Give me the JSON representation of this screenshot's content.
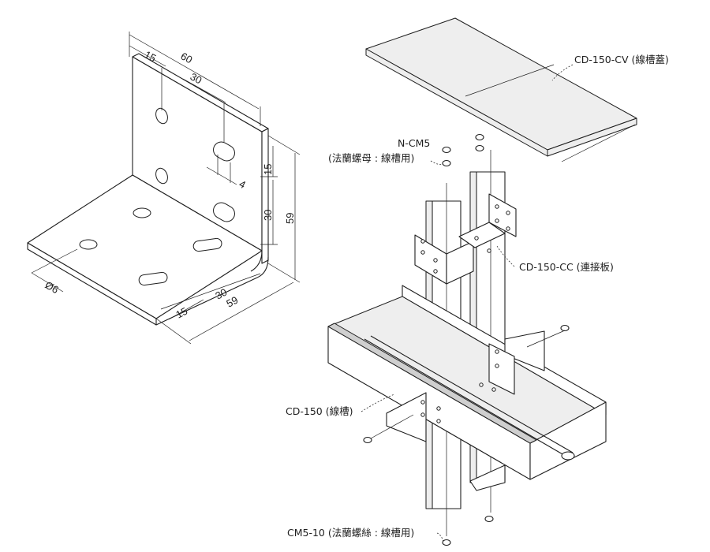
{
  "dimensions": {
    "d60": "60",
    "d15_top": "15",
    "d30_top": "30",
    "d4": "4",
    "d15_side": "15",
    "d30_side": "30",
    "d59_side": "59",
    "d30_bottom": "30",
    "d15_bottom": "15",
    "d59_bottom": "59",
    "d_hole": "Ø6"
  },
  "labels": {
    "cover": "CD-150-CV (線槽蓋)",
    "nut_code": "N-CM5",
    "nut_desc": "(法蘭螺母 : 線槽用)",
    "connector": "CD-150-CC (連接板)",
    "tray": "CD-150 (線槽)",
    "screw": "CM5-10 (法蘭螺絲 : 線槽用)"
  }
}
